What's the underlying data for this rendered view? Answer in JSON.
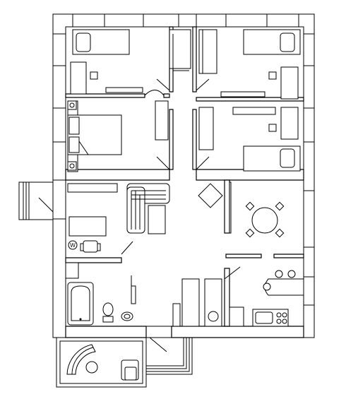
{
  "plan": {
    "style": "black line drawing on white background",
    "text_glyph": "W",
    "rooms": [
      "bedroom-top-left",
      "bedroom-top-right",
      "bedroom-middle-left",
      "bedroom-middle-right",
      "hallway",
      "living-room",
      "dining-area",
      "bathroom",
      "kitchen",
      "balcony"
    ]
  }
}
